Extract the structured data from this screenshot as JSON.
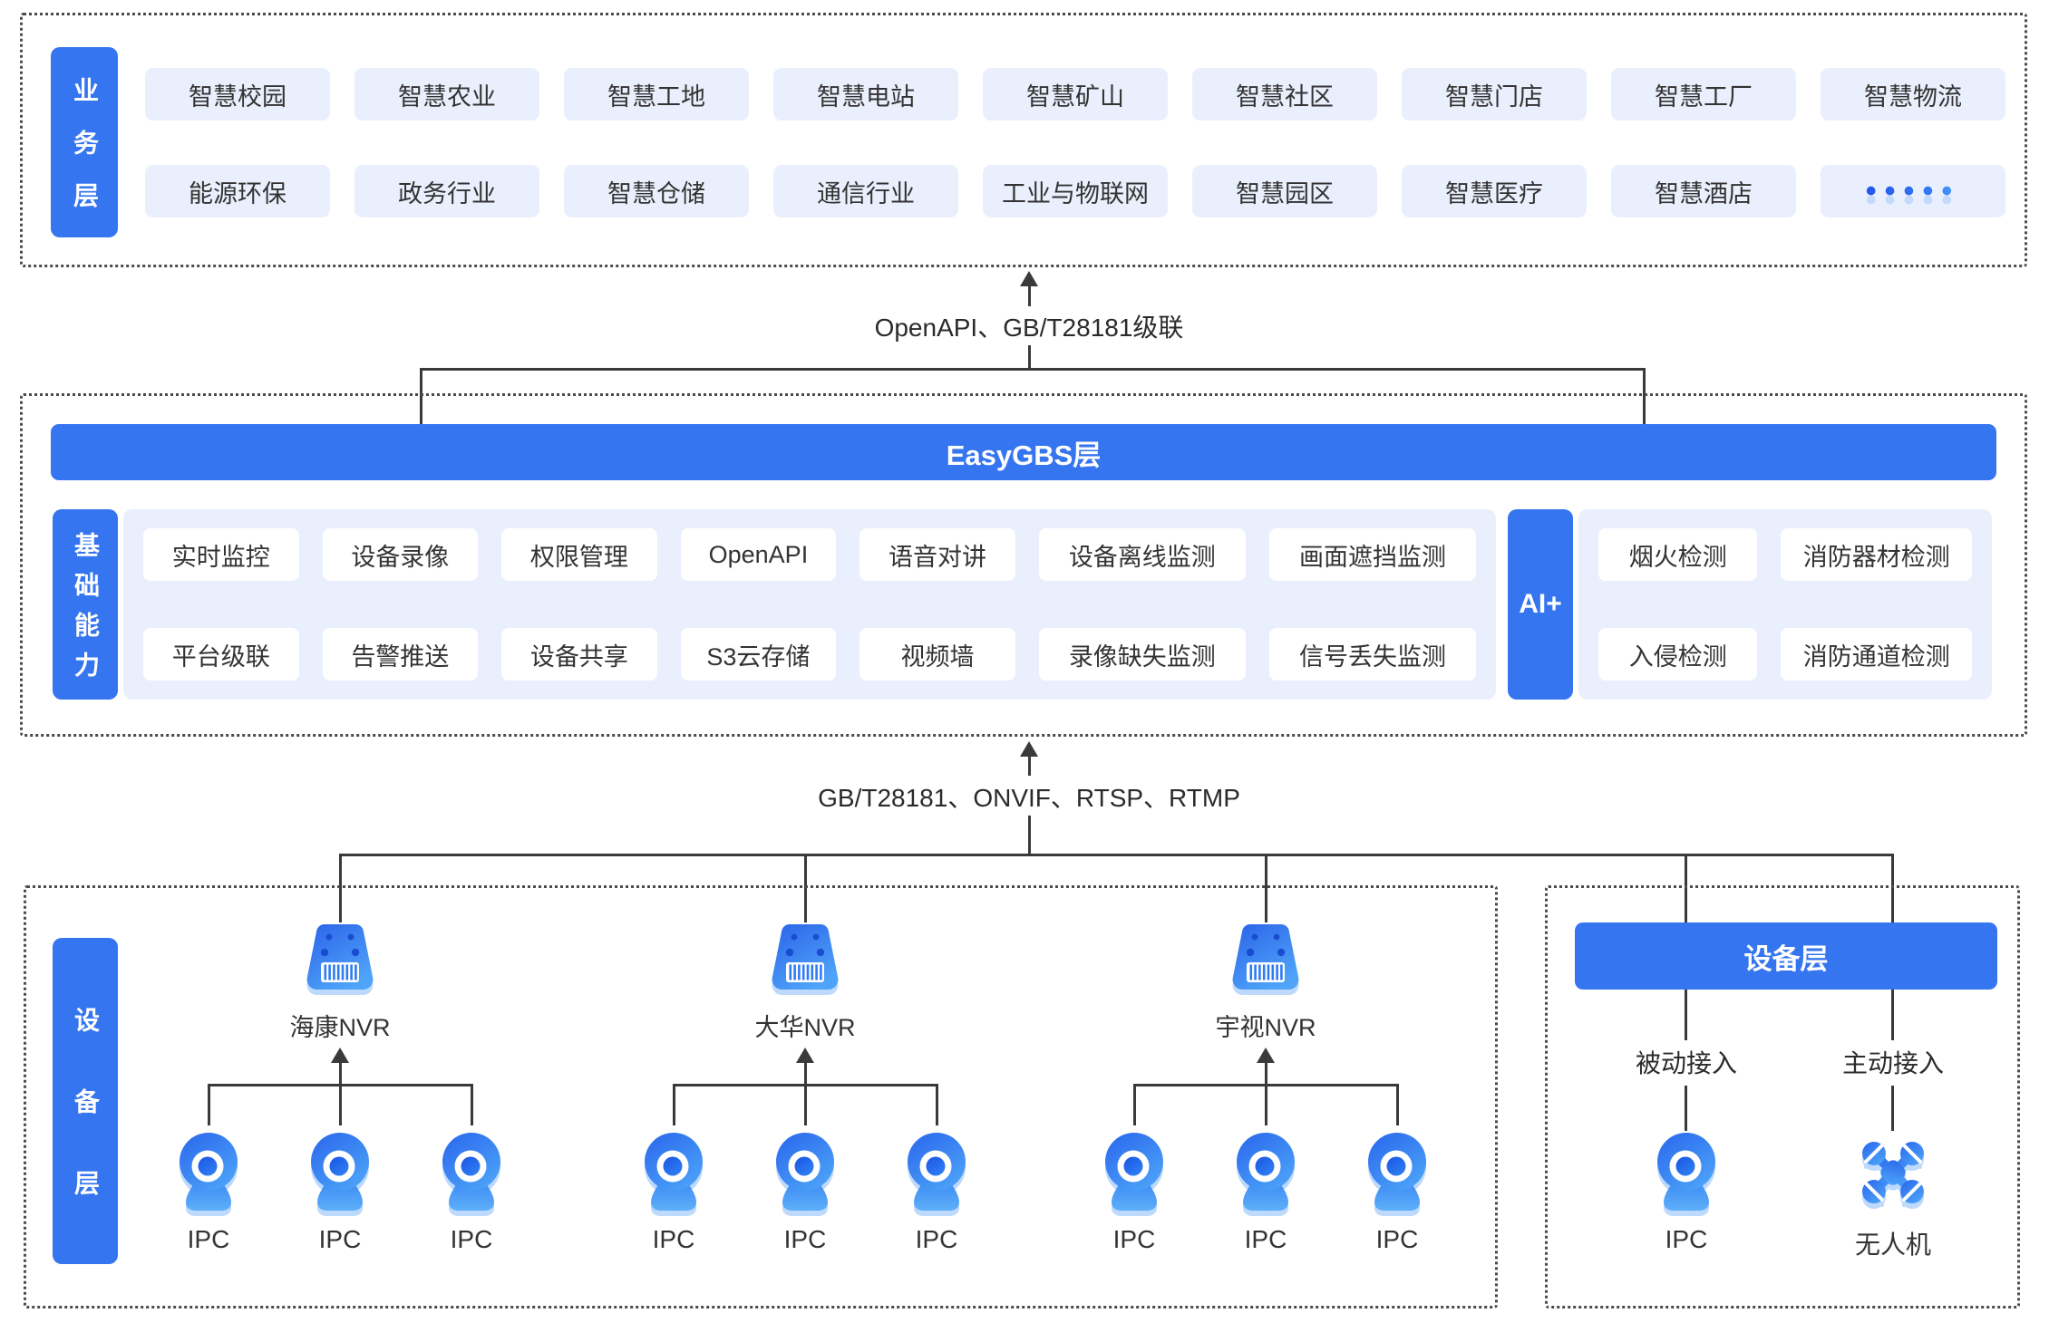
{
  "business_layer": {
    "label": "业务层",
    "row1": [
      "智慧校园",
      "智慧农业",
      "智慧工地",
      "智慧电站",
      "智慧矿山",
      "智慧社区",
      "智慧门店",
      "智慧工厂",
      "智慧物流"
    ],
    "row2": [
      "能源环保",
      "政务行业",
      "智慧仓储",
      "通信行业",
      "工业与物联网",
      "智慧园区",
      "智慧医疗",
      "智慧酒店"
    ],
    "more_dots": "•••••"
  },
  "connector_top": {
    "label": "OpenAPI、GB/T28181级联"
  },
  "easygbs": {
    "title": "EasyGBS层"
  },
  "capabilities": {
    "label": "基础能力",
    "row1": [
      "实时监控",
      "设备录像",
      "权限管理",
      "OpenAPI",
      "语音对讲",
      "设备离线监测",
      "画面遮挡监测"
    ],
    "row2": [
      "平台级联",
      "告警推送",
      "设备共享",
      "S3云存储",
      "视频墙",
      "录像缺失监测",
      "信号丢失监测"
    ]
  },
  "ai": {
    "label": "AI+",
    "row1": [
      "烟火检测",
      "消防器材检测"
    ],
    "row2": [
      "入侵检测",
      "消防通道检测"
    ]
  },
  "connector_bottom": {
    "label": "GB/T28181、ONVIF、RTSP、RTMP"
  },
  "device_layer": {
    "label": "设备层",
    "nvr_groups": [
      {
        "name": "海康NVR",
        "ipcs": [
          "IPC",
          "IPC",
          "IPC"
        ]
      },
      {
        "name": "大华NVR",
        "ipcs": [
          "IPC",
          "IPC",
          "IPC"
        ]
      },
      {
        "name": "宇视NVR",
        "ipcs": [
          "IPC",
          "IPC",
          "IPC"
        ]
      }
    ],
    "right_panel": {
      "title": "设备层",
      "passive": "被动接入",
      "active": "主动接入",
      "ipc_label": "IPC",
      "drone_label": "无人机"
    }
  },
  "colors": {
    "primary": "#3575f0",
    "chip_bg": "#e9effc",
    "line": "#3a3a3a",
    "text": "#333333"
  }
}
